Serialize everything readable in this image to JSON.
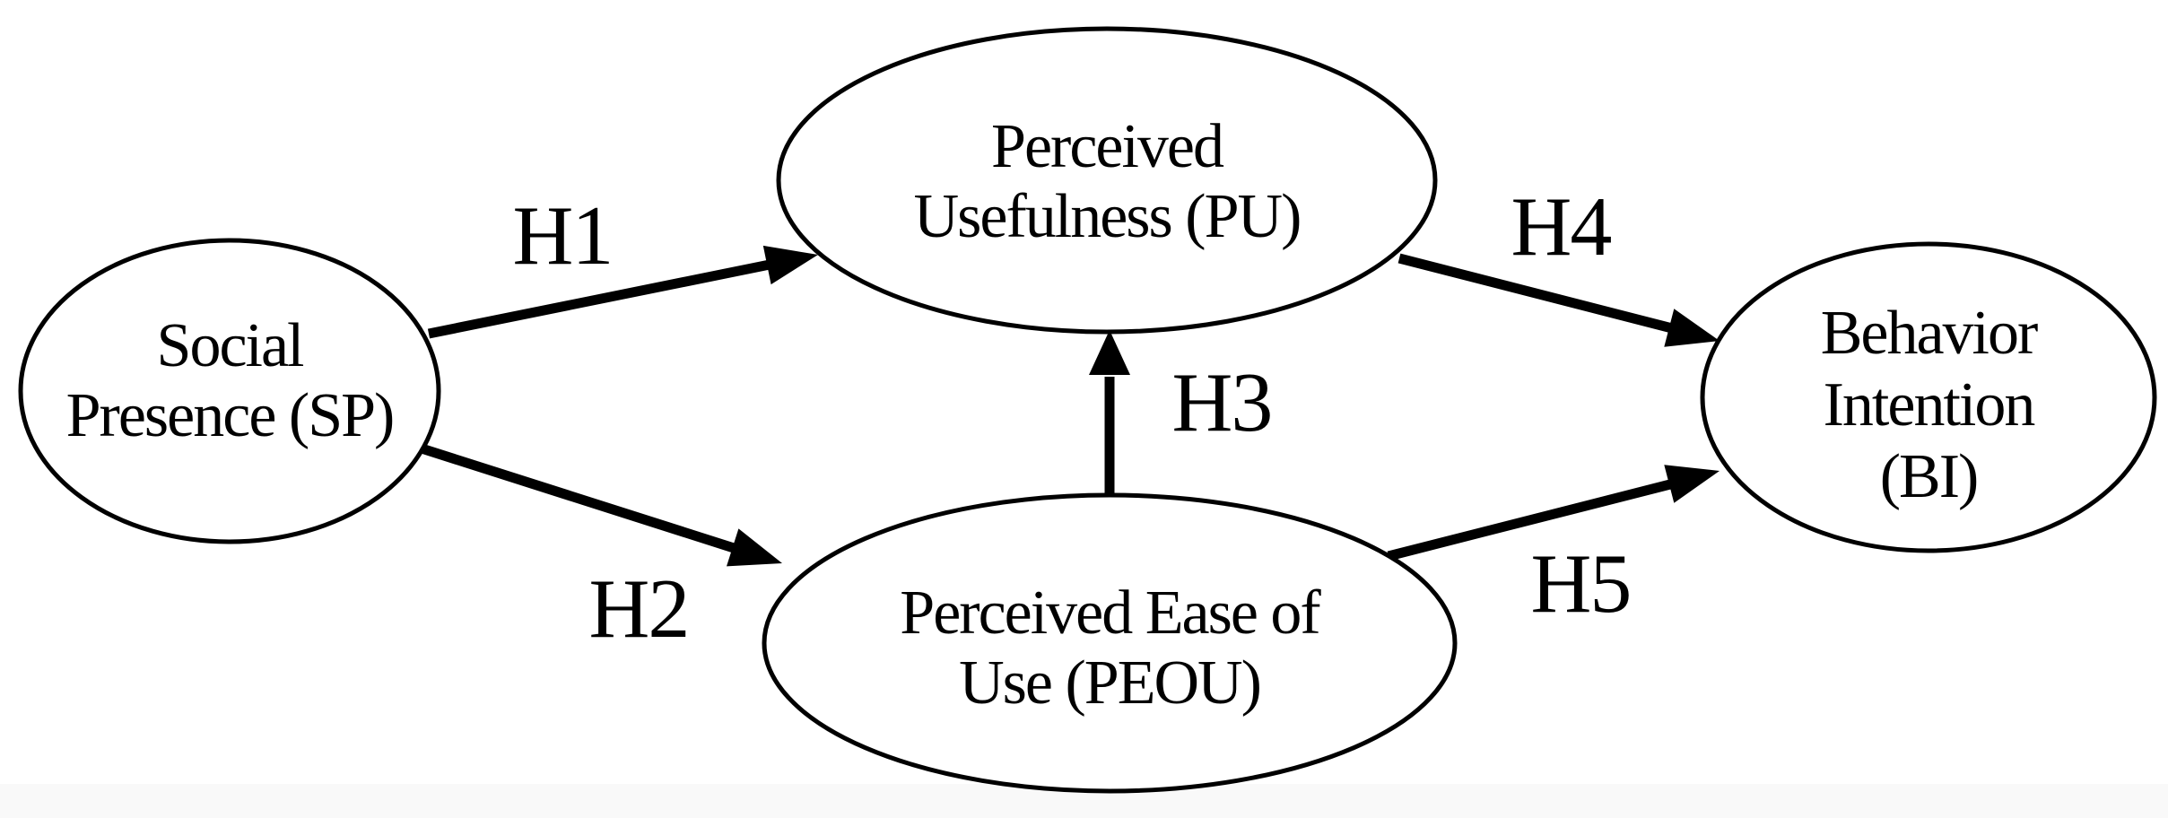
{
  "diagram": {
    "colors": {
      "background": "#ffffff",
      "line": "#000000",
      "text": "#000000",
      "footer_strip": "#f9f9f9"
    },
    "nodes": [
      {
        "id": "SP",
        "lines": [
          "Social",
          "Presence (SP)"
        ]
      },
      {
        "id": "PU",
        "lines": [
          "Perceived",
          "Usefulness (PU)"
        ]
      },
      {
        "id": "PEOU",
        "lines": [
          "Perceived Ease of",
          "Use (PEOU)"
        ]
      },
      {
        "id": "BI",
        "lines": [
          "Behavior",
          "Intention",
          "(BI)"
        ]
      }
    ],
    "edges": [
      {
        "label": "H1",
        "from": "SP",
        "to": "PU"
      },
      {
        "label": "H2",
        "from": "SP",
        "to": "PEOU"
      },
      {
        "label": "H3",
        "from": "PEOU",
        "to": "PU"
      },
      {
        "label": "H4",
        "from": "PU",
        "to": "BI"
      },
      {
        "label": "H5",
        "from": "PEOU",
        "to": "BI"
      }
    ]
  }
}
